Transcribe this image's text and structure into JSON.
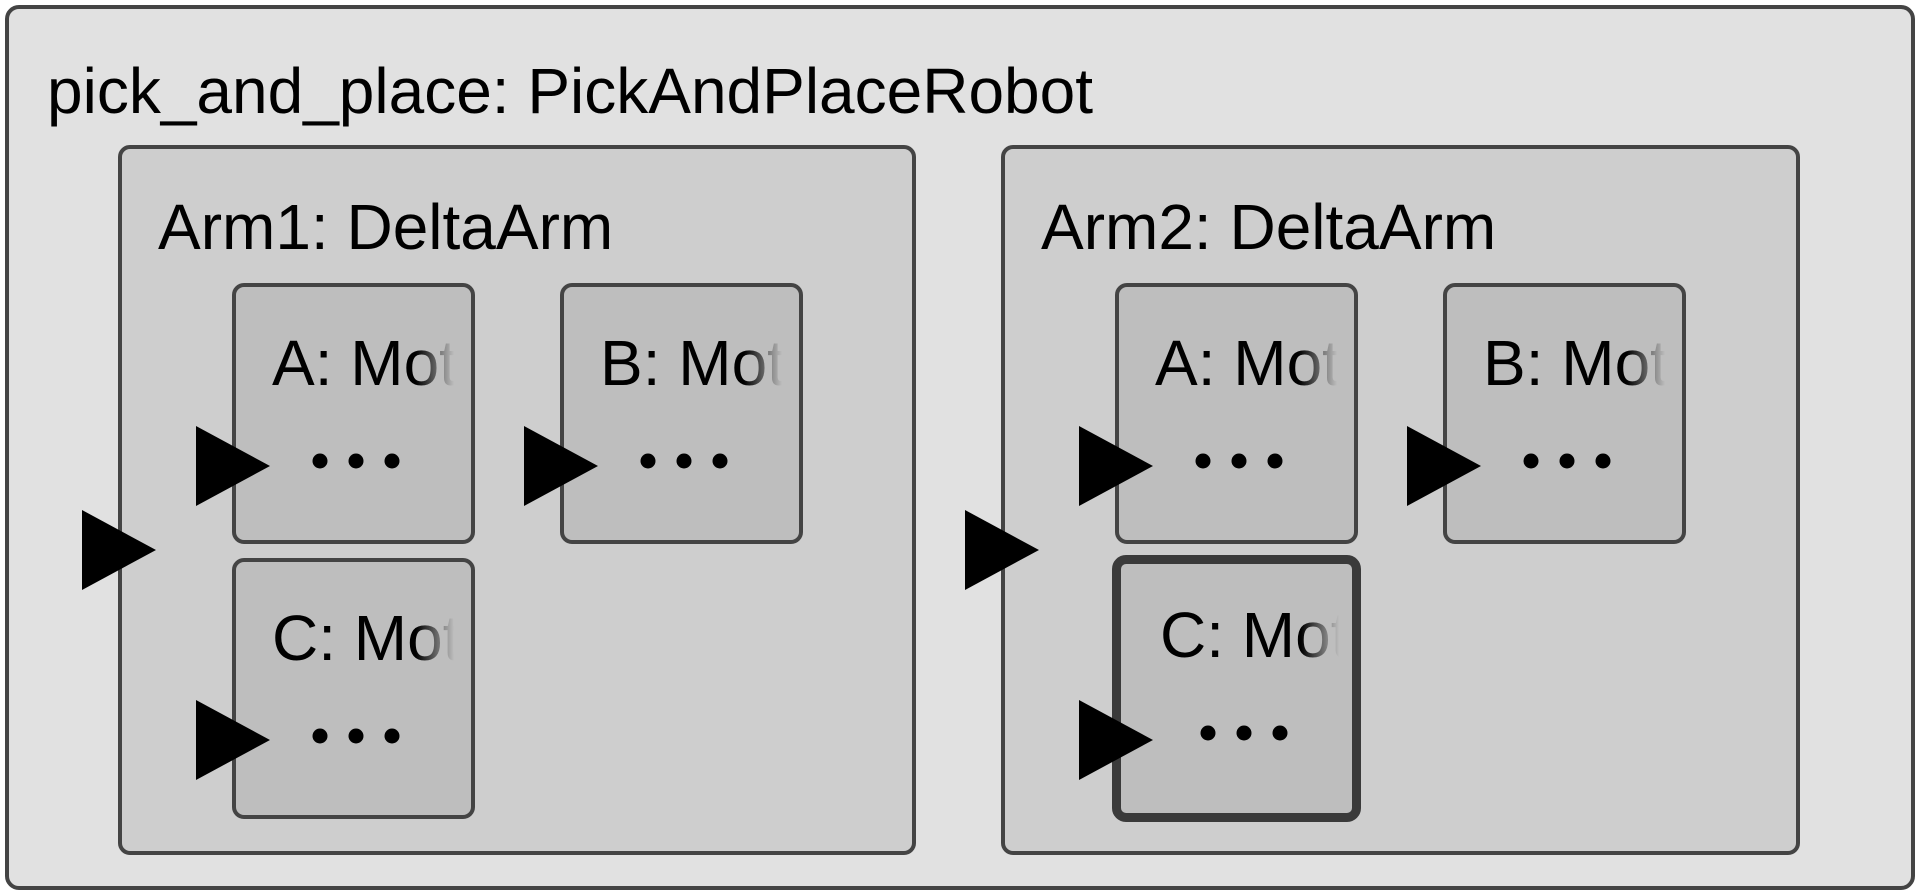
{
  "diagram": {
    "root": {
      "label": "pick_and_place: PickAndPlaceRobot"
    },
    "arms": [
      {
        "label": "Arm1: DeltaArm",
        "motors": [
          {
            "label": "A: Motor",
            "body": "..."
          },
          {
            "label": "B: Motor",
            "body": "..."
          },
          {
            "label": "C: Motor",
            "body": "..."
          }
        ]
      },
      {
        "label": "Arm2: DeltaArm",
        "motors": [
          {
            "label": "A: Motor",
            "body": "..."
          },
          {
            "label": "B: Motor",
            "body": "..."
          },
          {
            "label": "C: Motor",
            "body": "...",
            "selected": true
          }
        ]
      }
    ],
    "colors": {
      "root_fill": "#e1e1e1",
      "arm_fill": "#cecece",
      "motor_fill": "#bebebe",
      "border": "#444444",
      "selected_border": "#3a3a3a",
      "port": "#000000"
    }
  }
}
